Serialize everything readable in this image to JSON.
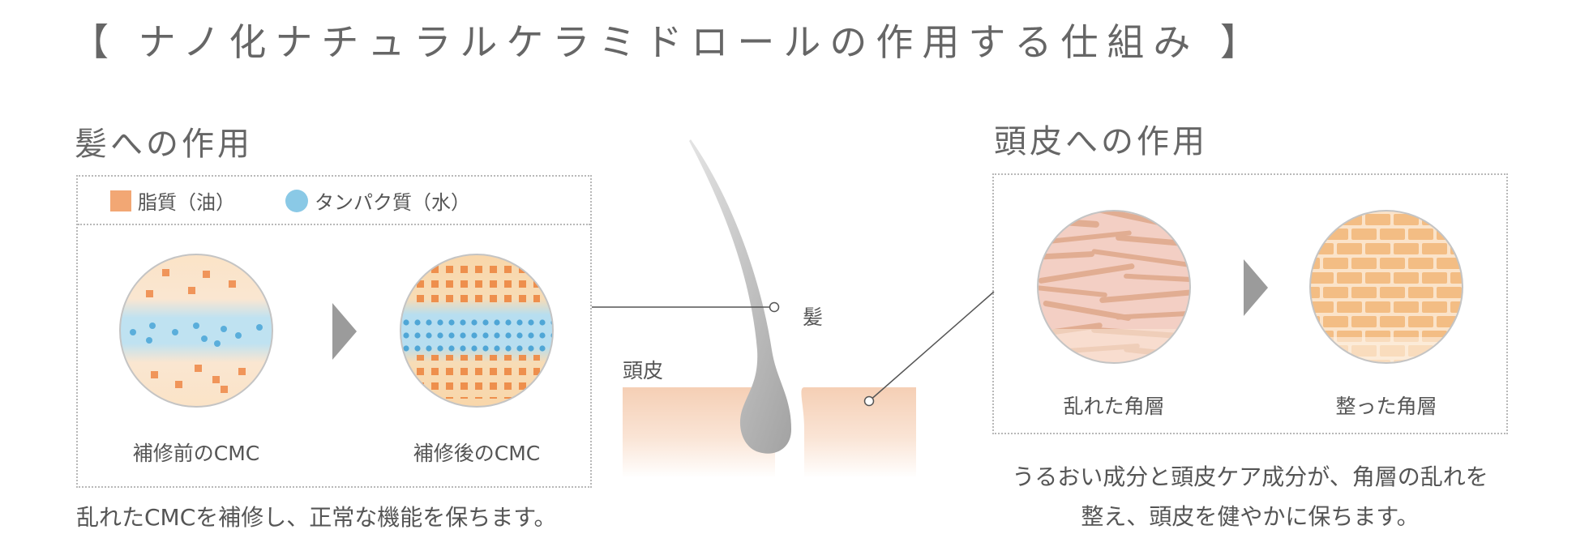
{
  "title": "【 ナノ化ナチュラルケラミドロールの作用する仕組み 】",
  "hair": {
    "heading": "髪への作用",
    "legend": {
      "lipid": "脂質（油）",
      "protein": "タンパク質（水）"
    },
    "before_label": "補修前のCMC",
    "after_label": "補修後のCMC",
    "description": "乱れたCMCを補修し、正常な機能を保ちます。"
  },
  "illustration": {
    "hair_label": "髪",
    "scalp_label": "頭皮"
  },
  "scalp": {
    "heading": "頭皮への作用",
    "before_label": "乱れた角層",
    "after_label": "整った角層",
    "description_line1": "うるおい成分と頭皮ケア成分が、角層の乱れを",
    "description_line2": "整え、頭皮を健やかに保ちます。"
  },
  "colors": {
    "lipid": "#f2a774",
    "protein": "#8ac9e6",
    "arrow": "#9b9b9b",
    "skin": "#f7d9c4",
    "hair": "#a8a8a8"
  }
}
